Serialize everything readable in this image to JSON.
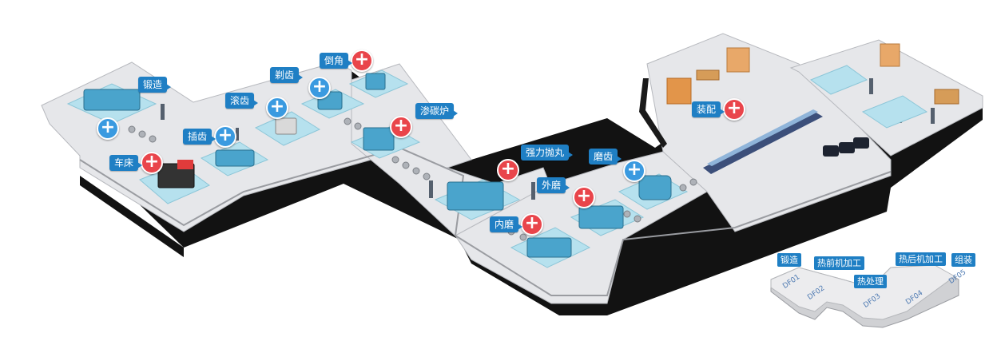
{
  "stations": [
    {
      "id": "forging",
      "label": "锻造",
      "button": "blue"
    },
    {
      "id": "lathe",
      "label": "车床",
      "button": "red"
    },
    {
      "id": "gear-shaping",
      "label": "插齿",
      "button": "blue"
    },
    {
      "id": "hobbing",
      "label": "滚齿",
      "button": "blue"
    },
    {
      "id": "shaving",
      "label": "剃齿",
      "button": "blue"
    },
    {
      "id": "chamfering",
      "label": "倒角",
      "button": "red"
    },
    {
      "id": "carburizing",
      "label": "渗碳炉",
      "button": "red"
    },
    {
      "id": "shot-peening",
      "label": "强力抛丸",
      "button": "red"
    },
    {
      "id": "external-grinding",
      "label": "外磨",
      "button": "red"
    },
    {
      "id": "internal-grinding",
      "label": "内磨",
      "button": "red"
    },
    {
      "id": "gear-grinding",
      "label": "磨齿",
      "button": "blue"
    },
    {
      "id": "assembly",
      "label": "装配",
      "button": "red"
    }
  ],
  "minimap": {
    "labels": {
      "forging": "锻造",
      "pre_heat": "热前机加工",
      "heat_treatment": "热处理",
      "post_heat": "热后机加工",
      "assembly": "组装"
    },
    "codes": {
      "df01": "DF01",
      "df02": "DF02",
      "df03": "DF03",
      "df04": "DF04",
      "df05": "DF05"
    }
  },
  "colors": {
    "label_bg": "#1f7fc4",
    "button_blue": "#3a9ae0",
    "button_red": "#e9454b",
    "floor": "#e6e7ea",
    "platform": "#b6e1ee"
  }
}
